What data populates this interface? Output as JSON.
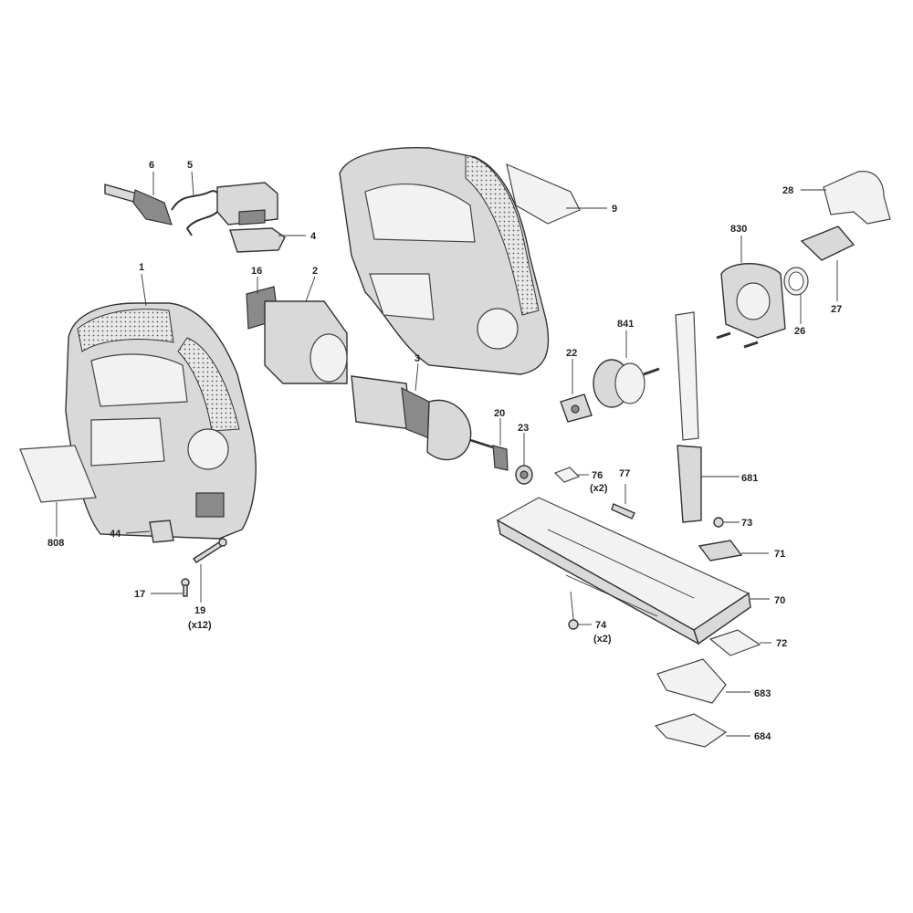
{
  "parts": [
    {
      "id": "p1",
      "number": "1"
    },
    {
      "id": "p2",
      "number": "2"
    },
    {
      "id": "p3",
      "number": "3"
    },
    {
      "id": "p4",
      "number": "4"
    },
    {
      "id": "p5",
      "number": "5"
    },
    {
      "id": "p6",
      "number": "6"
    },
    {
      "id": "p9",
      "number": "9"
    },
    {
      "id": "p16",
      "number": "16"
    },
    {
      "id": "p17",
      "number": "17"
    },
    {
      "id": "p19",
      "number": "19",
      "qty": "(x12)"
    },
    {
      "id": "p20",
      "number": "20"
    },
    {
      "id": "p22",
      "number": "22"
    },
    {
      "id": "p23",
      "number": "23"
    },
    {
      "id": "p26",
      "number": "26"
    },
    {
      "id": "p27",
      "number": "27"
    },
    {
      "id": "p28",
      "number": "28"
    },
    {
      "id": "p44",
      "number": "44"
    },
    {
      "id": "p70",
      "number": "70"
    },
    {
      "id": "p71",
      "number": "71"
    },
    {
      "id": "p72",
      "number": "72"
    },
    {
      "id": "p73",
      "number": "73"
    },
    {
      "id": "p74",
      "number": "74",
      "qty": "(x2)"
    },
    {
      "id": "p76",
      "number": "76",
      "qty": "(x2)"
    },
    {
      "id": "p77",
      "number": "77"
    },
    {
      "id": "p681",
      "number": "681"
    },
    {
      "id": "p683",
      "number": "683"
    },
    {
      "id": "p684",
      "number": "684"
    },
    {
      "id": "p808",
      "number": "808"
    },
    {
      "id": "p830",
      "number": "830"
    },
    {
      "id": "p841",
      "number": "841"
    }
  ]
}
